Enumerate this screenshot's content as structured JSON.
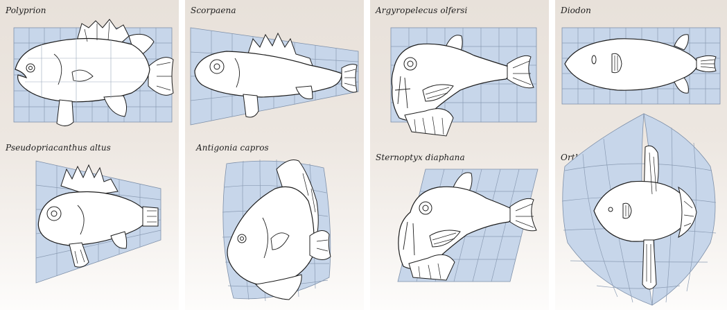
{
  "figures": [
    {
      "id": "polyprion",
      "label": "Polyprion"
    },
    {
      "id": "pseudopriacanthus",
      "label": "Pseudopriacanthus altus"
    },
    {
      "id": "scorpaena",
      "label": "Scorpaena"
    },
    {
      "id": "antigonia",
      "label": "Antigonia capros"
    },
    {
      "id": "argyropelecus",
      "label": "Argyropelecus olfersi"
    },
    {
      "id": "sternoptyx",
      "label": "Sternoptyx diaphana"
    },
    {
      "id": "diodon",
      "label": "Diodon"
    },
    {
      "id": "orthagoriscus",
      "label": "Orthagoriscus"
    }
  ],
  "colors": {
    "panel_top": "#e8e1da",
    "grid_fill": "#c7d6ea",
    "grid_line": "#8a9bb3",
    "outline": "#1c1c1c"
  }
}
